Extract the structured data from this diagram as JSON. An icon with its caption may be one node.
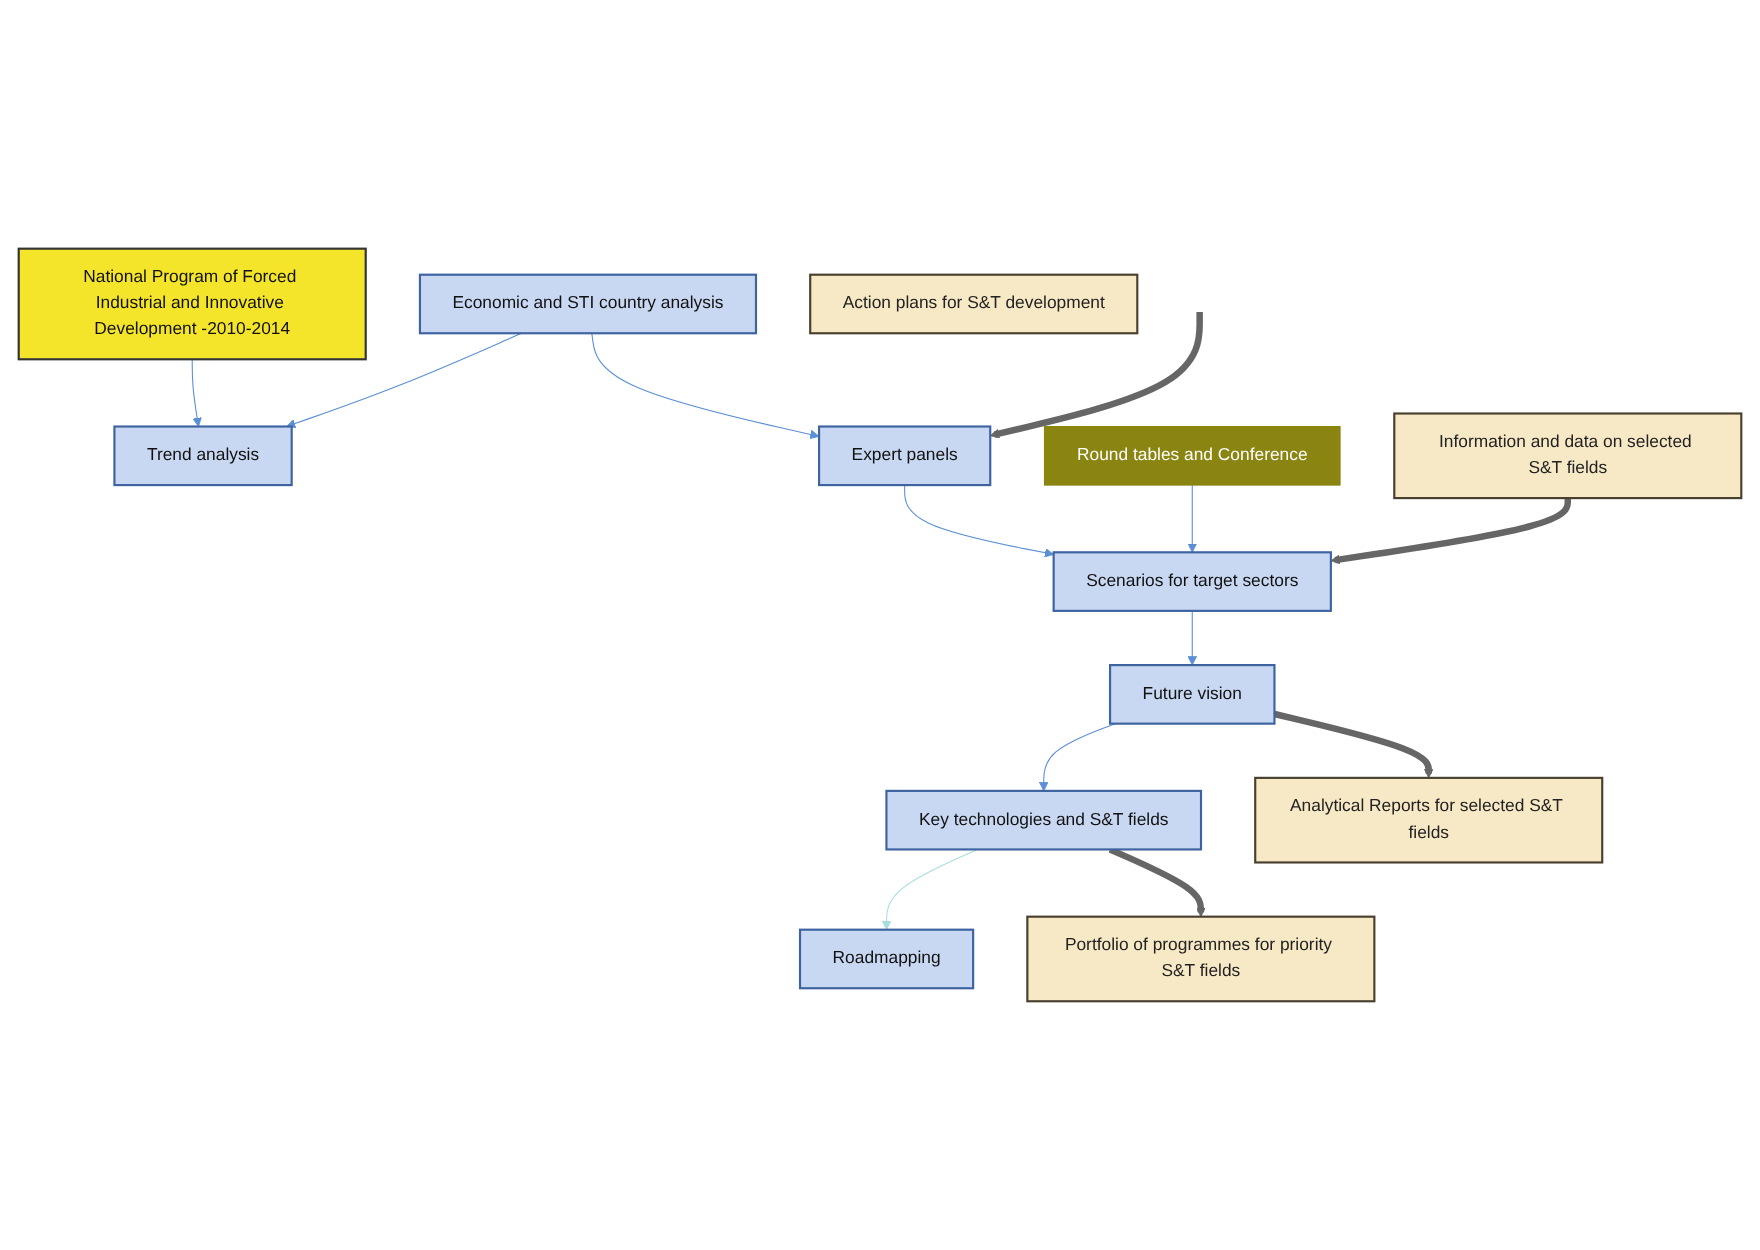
{
  "diagram": {
    "nodes": [
      {
        "text": [
          "Economic and STI country analysis"
        ]
      },
      {
        "text": [
          "Trend analysis"
        ]
      },
      {
        "text": [
          "National Program of Forced Industrial and Innovative Development -2010-2014"
        ]
      },
      {
        "text": [
          "Expert panels"
        ]
      },
      {
        "text": [
          "Round tables and Conference"
        ]
      },
      {
        "text": [
          "Scenarios for target sectors"
        ]
      },
      {
        "text": [
          "Future vision"
        ]
      },
      {
        "text": [
          "Key technologies and S&T fields"
        ]
      },
      {
        "text": [
          "Roadmapping"
        ]
      },
      {
        "text": [
          "Information and data on selected S&T fields"
        ]
      },
      {
        "text": [
          "Analytical Reports for selected S&T fields"
        ]
      },
      {
        "text": [
          "Portfolio of programmes for priority S&T fields"
        ]
      },
      {
        "text": [
          "Action plans for S&T development"
        ]
      }
    ],
    "edges": [
      {
        "from": 0,
        "to": 1,
        "arrow": "to"
      },
      {
        "from": 2,
        "to": 1,
        "arrow": "to"
      },
      {
        "from": 0,
        "to": 3,
        "arrow": "to"
      },
      {
        "from": 3,
        "to": 5,
        "arrow": "to"
      },
      {
        "from": 4,
        "to": 5,
        "arrow": "to"
      },
      {
        "from": 5,
        "to": 6,
        "arrow": "to"
      },
      {
        "from": 6,
        "to": 7,
        "arrow": "to"
      },
      {
        "from": 7,
        "to": 8,
        "arrow": "to",
        "color": "#a8dde0"
      },
      {
        "from": null,
        "to": 3,
        "arrow": "to",
        "style": "thick",
        "color": "#666666"
      },
      {
        "from": 9,
        "to": 5,
        "arrow": "to",
        "style": "thick",
        "color": "#666666"
      },
      {
        "from": 6,
        "to": 10,
        "arrow": "to",
        "style": "thick",
        "color": "#666666"
      },
      {
        "from": 7,
        "to": 11,
        "arrow": "to",
        "style": "thick",
        "color": "#666666"
      }
    ]
  }
}
